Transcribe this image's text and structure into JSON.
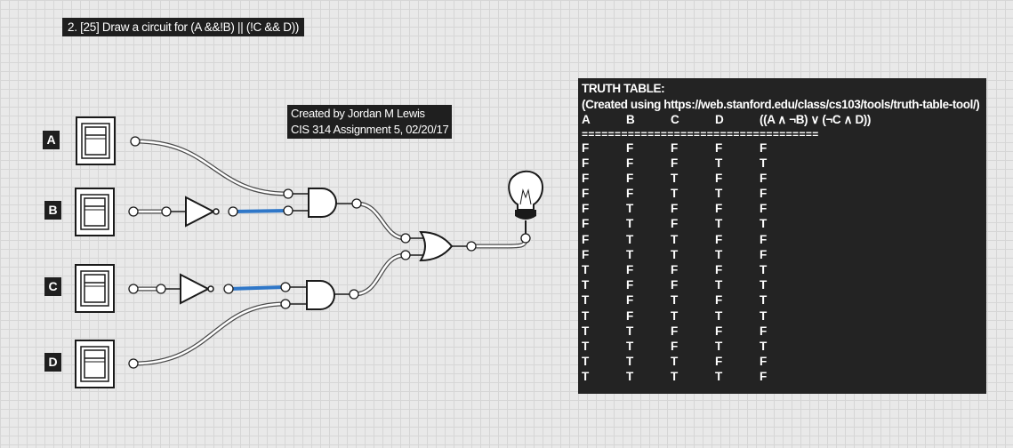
{
  "title": "2. [25] Draw a circuit for (A &&!B) || (!C && D))",
  "credit": {
    "line1": "Created by Jordan M Lewis",
    "line2": "CIS 314 Assignment 5, 02/20/17"
  },
  "switches": [
    "A",
    "B",
    "C",
    "D"
  ],
  "components": {
    "switch_icon": "toggle-switch-icon",
    "not_gate_icon": "not-gate-icon",
    "and_gate_icon": "and-gate-icon",
    "or_gate_icon": "or-gate-icon",
    "bulb_icon": "light-bulb-icon"
  },
  "colors": {
    "wire_active": "#2f77c8",
    "wire_inactive": "#ffffff",
    "background": "#e9e9e9",
    "label_bg": "#1f1f1f"
  },
  "truth_table": {
    "title": "TRUTH TABLE:",
    "source": "(Created using https://web.stanford.edu/class/cs103/tools/truth-table-tool/)",
    "headers": [
      "A",
      "B",
      "C",
      "D",
      "((A ∧ ¬B) ∨ (¬C ∧ D))"
    ],
    "separator": "====================================",
    "rows": [
      [
        "F",
        "F",
        "F",
        "F",
        "F"
      ],
      [
        "F",
        "F",
        "F",
        "T",
        "T"
      ],
      [
        "F",
        "F",
        "T",
        "F",
        "F"
      ],
      [
        "F",
        "F",
        "T",
        "T",
        "F"
      ],
      [
        "F",
        "T",
        "F",
        "F",
        "F"
      ],
      [
        "F",
        "T",
        "F",
        "T",
        "T"
      ],
      [
        "F",
        "T",
        "T",
        "F",
        "F"
      ],
      [
        "F",
        "T",
        "T",
        "T",
        "F"
      ],
      [
        "T",
        "F",
        "F",
        "F",
        "T"
      ],
      [
        "T",
        "F",
        "F",
        "T",
        "T"
      ],
      [
        "T",
        "F",
        "T",
        "F",
        "T"
      ],
      [
        "T",
        "F",
        "T",
        "T",
        "T"
      ],
      [
        "T",
        "T",
        "F",
        "F",
        "F"
      ],
      [
        "T",
        "T",
        "F",
        "T",
        "T"
      ],
      [
        "T",
        "T",
        "T",
        "F",
        "F"
      ],
      [
        "T",
        "T",
        "T",
        "T",
        "F"
      ]
    ]
  }
}
